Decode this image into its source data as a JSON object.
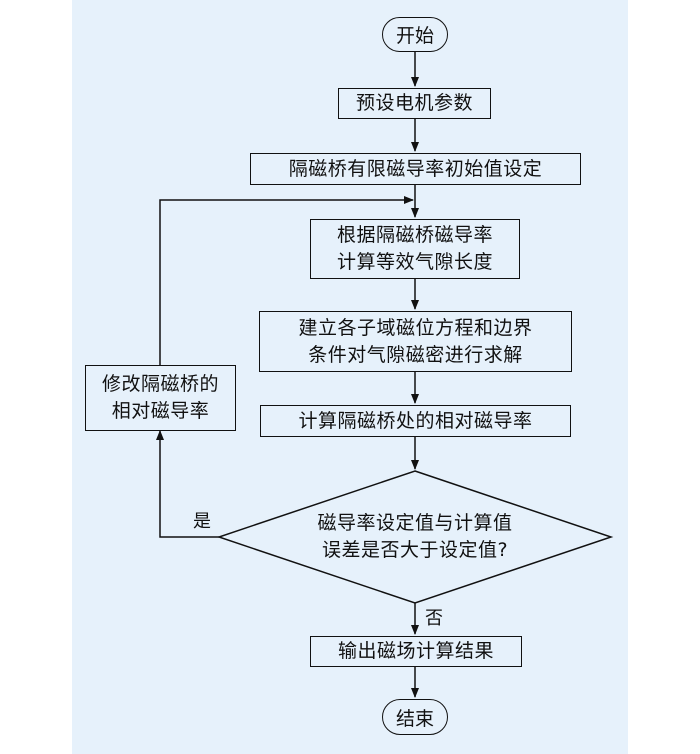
{
  "flowchart": {
    "start": "开始",
    "step1": "预设电机参数",
    "step2": "隔磁桥有限磁导率初始值设定",
    "step3": "根据隔磁桥磁导率\n计算等效气隙长度",
    "step4": "建立各子域磁位方程和边界\n条件对气隙磁密进行求解",
    "step5": "计算隔磁桥处的相对磁导率",
    "decision": "磁导率设定值与计算值\n误差是否大于设定值?",
    "yes_label": "是",
    "no_label": "否",
    "modify": "修改隔磁桥的\n相对磁导率",
    "output": "输出磁场计算结果",
    "end": "结束"
  },
  "colors": {
    "panel_background": "#e6f1fb",
    "line": "#111111"
  }
}
